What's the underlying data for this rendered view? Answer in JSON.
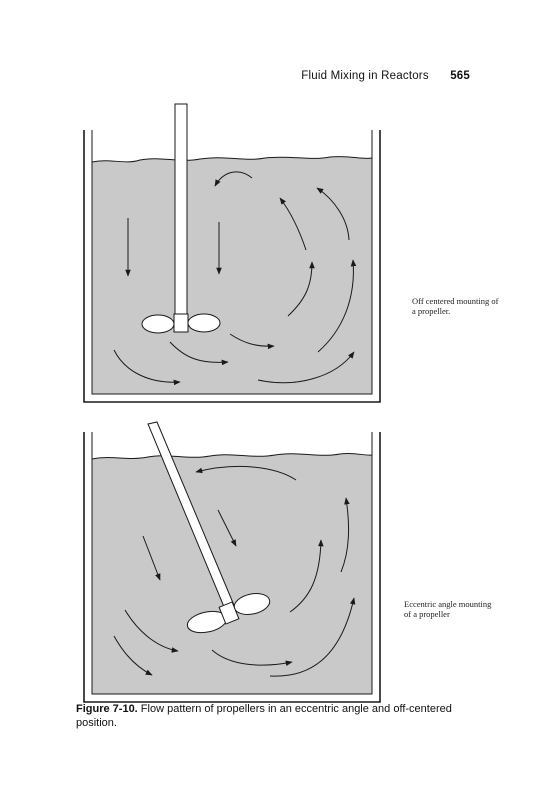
{
  "header": {
    "title": "Fluid Mixing in Reactors",
    "page_number": "565"
  },
  "figure": {
    "label_top": "Off centered mounting of a propeller.",
    "label_bottom": "Eccentric angle mounting of a propeller",
    "caption_label": "Figure 7-10.",
    "caption_text": " Flow pattern of propellers in an eccentric angle and off-centered position."
  },
  "colors": {
    "liquid": "#c9c9c9",
    "line": "#1a1a1a"
  }
}
